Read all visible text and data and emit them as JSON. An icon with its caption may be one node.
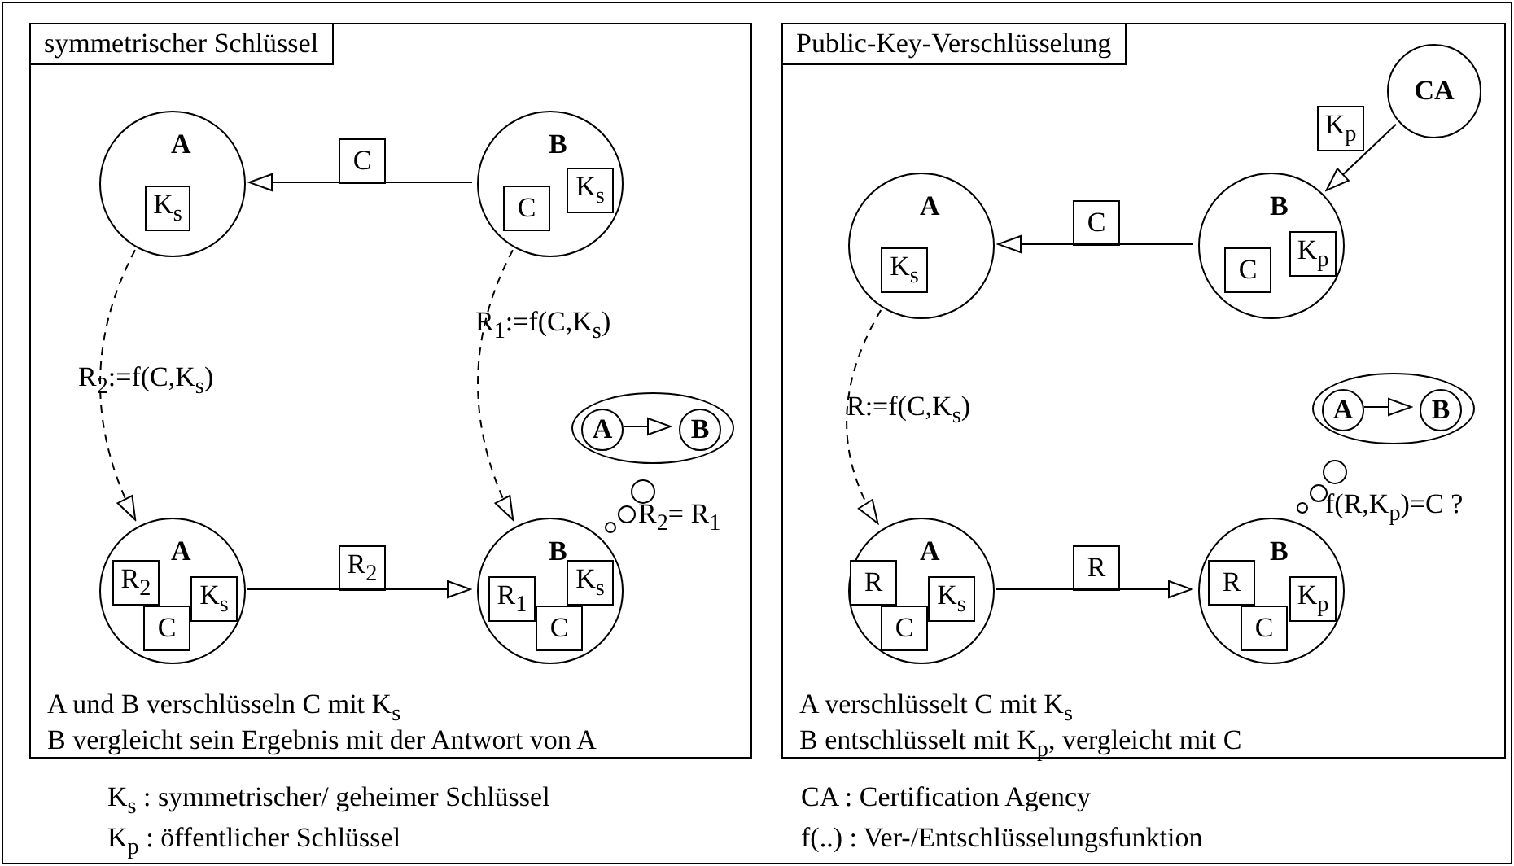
{
  "diagram": {
    "nodes": [
      {
        "text": [
          "symmetrischer Schlüssel",
          "A und B verschlüsseln C mit K$_{s}$",
          "B vergleicht sein Ergebnis mit der Antwort von A"
        ]
      },
      {
        "text": [
          "A"
        ],
        "in": 0
      },
      {
        "text": [
          "K$_{s}$"
        ],
        "in": 1
      },
      {
        "text": [
          "B"
        ],
        "in": 0
      },
      {
        "text": [
          "C"
        ],
        "in": 3
      },
      {
        "text": [
          "K$_{s}$"
        ],
        "in": 3
      },
      {
        "text": [],
        "shape": "ellipse",
        "in": 0
      },
      {
        "text": [
          "A"
        ],
        "in": 6
      },
      {
        "text": [
          "B"
        ],
        "in": 6
      },
      {
        "text": [
          "A"
        ],
        "in": 0
      },
      {
        "text": [
          "R$_{2}$"
        ],
        "in": 9
      },
      {
        "text": [
          "C"
        ],
        "in": 9
      },
      {
        "text": [
          "K$_{s}$"
        ],
        "in": 9
      },
      {
        "text": [
          "B"
        ],
        "in": 0
      },
      {
        "text": [
          "R$_{1}$"
        ],
        "in": 13
      },
      {
        "text": [
          "C"
        ],
        "in": 13
      },
      {
        "text": [
          "K$_{s}$"
        ],
        "in": 13
      },
      {
        "text": [
          "Public-Key-Verschlüsselung",
          "A verschlüsselt C mit K$_{s}$",
          "B entschlüsselt mit K$_{p}$, vergleicht mit C"
        ]
      },
      {
        "text": [
          "CA"
        ],
        "in": 17
      },
      {
        "text": [
          "A"
        ],
        "in": 17
      },
      {
        "text": [
          "K$_{s}$"
        ],
        "in": 19
      },
      {
        "text": [
          "B"
        ],
        "in": 17
      },
      {
        "text": [
          "C"
        ],
        "in": 21
      },
      {
        "text": [
          "K$_{p}$"
        ],
        "in": 21
      },
      {
        "text": [],
        "shape": "ellipse",
        "in": 17
      },
      {
        "text": [
          "A"
        ],
        "in": 24
      },
      {
        "text": [
          "B"
        ],
        "in": 24
      },
      {
        "text": [
          "A"
        ],
        "in": 17
      },
      {
        "text": [
          "R"
        ],
        "in": 27
      },
      {
        "text": [
          "C"
        ],
        "in": 27
      },
      {
        "text": [
          "K$_{s}$"
        ],
        "in": 27
      },
      {
        "text": [
          "B"
        ],
        "in": 17
      },
      {
        "text": [
          "R"
        ],
        "in": 31
      },
      {
        "text": [
          "C"
        ],
        "in": 31
      },
      {
        "text": [
          "K$_{p}$"
        ],
        "in": 31
      },
      {
        "text": [
          "C"
        ],
        "in": 0
      },
      {
        "text": [
          "R$_{2}$"
        ],
        "in": 0
      },
      {
        "text": [
          "K$_{p}$"
        ],
        "in": 17
      },
      {
        "text": [
          "C"
        ],
        "in": 17
      },
      {
        "text": [
          "R"
        ],
        "in": 17
      }
    ],
    "edges": [
      {
        "from": 3,
        "to": 1,
        "arrow": "to"
      },
      {
        "from": 1,
        "to": 9,
        "arrow": "to",
        "style": "dashed",
        "label": "R$_{2}$:=f(C,K$_{s}$)"
      },
      {
        "from": 3,
        "to": 13,
        "arrow": "to",
        "style": "dashed",
        "label": "R$_{1}$:=f(C,K$_{s}$)"
      },
      {
        "from": 9,
        "to": 13,
        "arrow": "to"
      },
      {
        "from": 7,
        "to": 8,
        "arrow": "to"
      },
      {
        "from": 18,
        "to": 21,
        "arrow": "to"
      },
      {
        "from": 21,
        "to": 19,
        "arrow": "to"
      },
      {
        "from": 19,
        "to": 27,
        "arrow": "to",
        "style": "dashed",
        "label": "R:=f(C,K$_{s}$)"
      },
      {
        "from": 27,
        "to": 31,
        "arrow": "to"
      },
      {
        "from": 25,
        "to": 26,
        "arrow": "to"
      }
    ],
    "labels": [
      "R$_{2}$= R$_{1}$",
      "f(R,K$_{p}$)=C ?",
      "K$_{s}$ : symmetrischer/ geheimer Schlüssel",
      "K$_{p}$ : öffentlicher Schlüssel",
      "CA : Certification Agency",
      "f(..) : Ver-/Entschlüsselungsfunktion"
    ]
  }
}
